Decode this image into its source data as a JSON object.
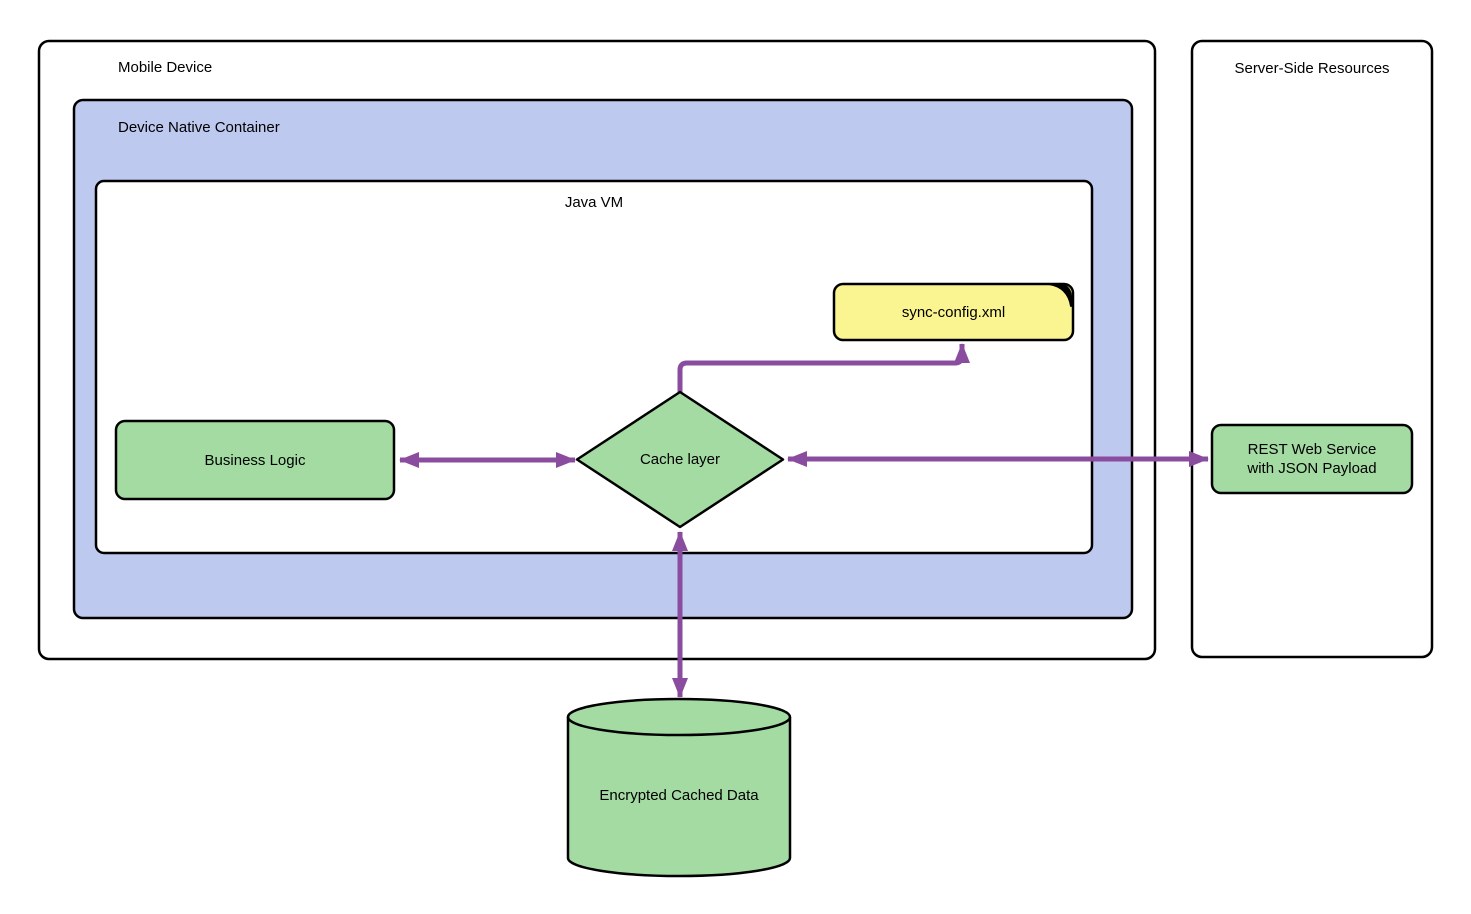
{
  "colors": {
    "background": "#FFFFFF",
    "container_fill": "#FFFFFF",
    "native_container_fill": "#BEC9F0",
    "node_green": "#A3DBA3",
    "note_yellow": "#FAF590",
    "note_fold": "#000000",
    "arrow_purple": "#8A4C9E",
    "border_black": "#000000"
  },
  "containers": {
    "mobile_device": {
      "label": "Mobile Device"
    },
    "device_native_container": {
      "label": "Device Native Container"
    },
    "java_vm": {
      "label": "Java VM"
    },
    "server_side_resources": {
      "label": "Server-Side Resources"
    }
  },
  "nodes": {
    "business_logic": {
      "label": "Business Logic",
      "shape": "rounded-rectangle"
    },
    "cache_layer": {
      "label": "Cache layer",
      "shape": "diamond"
    },
    "sync_config": {
      "label": "sync-config.xml",
      "shape": "note"
    },
    "rest_service": {
      "label_line1": "REST Web Service",
      "label_line2": "with JSON Payload",
      "shape": "rounded-rectangle"
    },
    "encrypted_cached_data": {
      "label": "Encrypted Cached Data",
      "shape": "cylinder"
    }
  },
  "edges": [
    {
      "from": "business_logic",
      "to": "cache_layer",
      "direction": "bidirectional"
    },
    {
      "from": "cache_layer",
      "to": "sync_config",
      "direction": "one-way"
    },
    {
      "from": "cache_layer",
      "to": "rest_service",
      "direction": "bidirectional"
    },
    {
      "from": "cache_layer",
      "to": "encrypted_cached_data",
      "direction": "bidirectional"
    }
  ]
}
